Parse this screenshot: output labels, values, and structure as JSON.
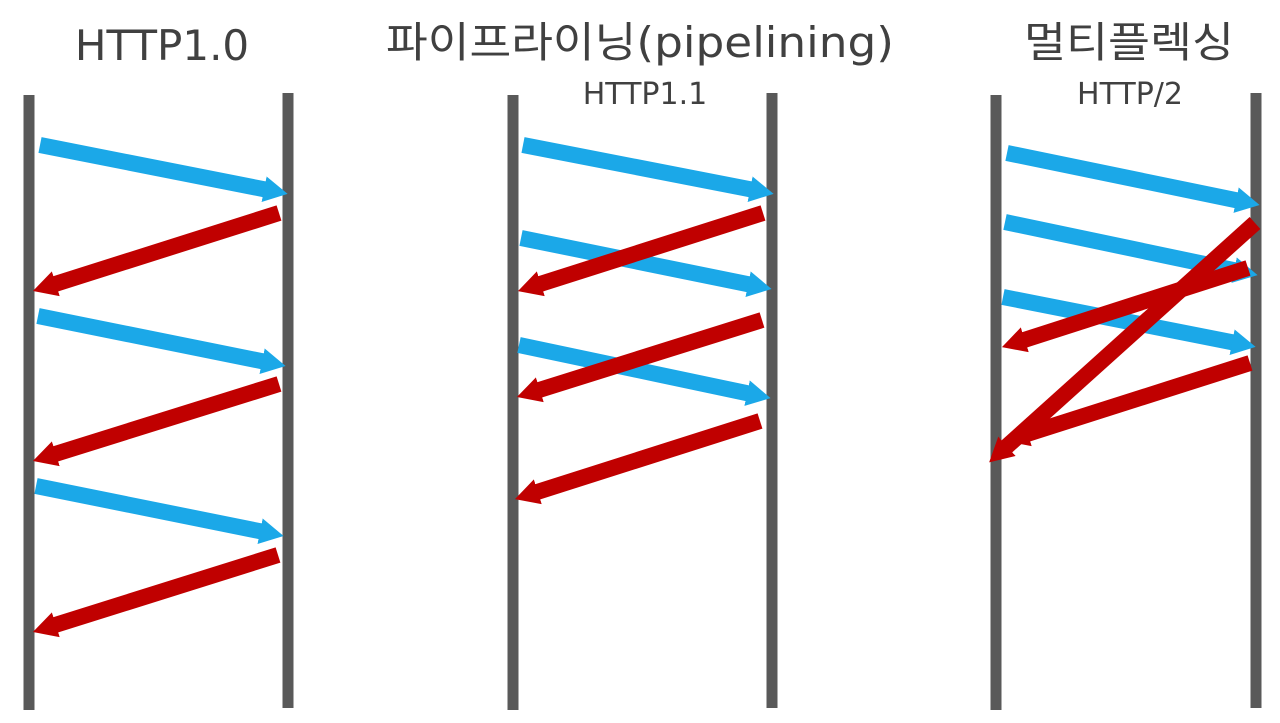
{
  "colors": {
    "timeline": "#595959",
    "request": "#1ba8e8",
    "response": "#c00000",
    "text": "#404040",
    "background": "#ffffff"
  },
  "panels": [
    {
      "id": "http10",
      "title": "HTTP1.0",
      "subtitle": "",
      "request_count": 3,
      "response_count": 3
    },
    {
      "id": "pipelining",
      "title": "파이프라이닝(pipelining)",
      "subtitle": "HTTP1.1",
      "request_count": 3,
      "response_count": 3
    },
    {
      "id": "multiplexing",
      "title": "멀티플렉싱",
      "subtitle": "HTTP/2",
      "request_count": 3,
      "response_count": 3
    }
  ]
}
